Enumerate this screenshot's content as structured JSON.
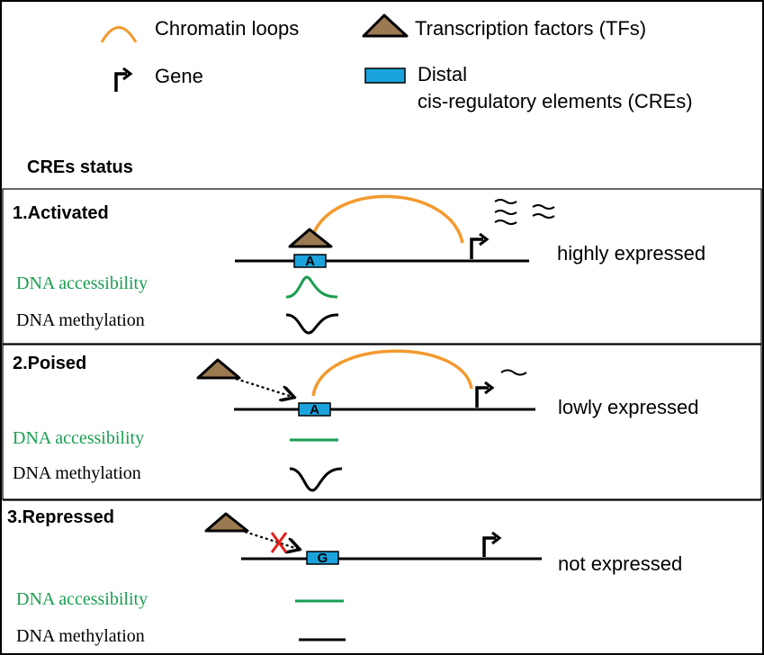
{
  "legend": {
    "chromatin_loops": "Chromatin loops",
    "transcription_factors": "Transcription factors (TFs)",
    "gene": "Gene",
    "cre_line1": "Distal",
    "cre_line2": "cis-regulatory elements (CREs)"
  },
  "section_heading": "CREs status",
  "panels": [
    {
      "title": "1.Activated",
      "cre_letter": "A",
      "expression": "highly expressed",
      "accessibility_label": "DNA accessibility",
      "methylation_label": "DNA methylation"
    },
    {
      "title": "2.Poised",
      "cre_letter": "A",
      "expression": "lowly expressed",
      "accessibility_label": "DNA accessibility",
      "methylation_label": "DNA methylation"
    },
    {
      "title": "3.Repressed",
      "cre_letter": "G",
      "expression": "not expressed",
      "accessibility_label": "DNA accessibility",
      "methylation_label": "DNA methylation"
    }
  ],
  "colors": {
    "loop": "#f39a2e",
    "tf": "#9b7a52",
    "cre": "#1aa3dc",
    "accessibility": "#1a9e50",
    "block": "#e3201b"
  },
  "icons": [
    "chromatin-loop-icon",
    "tf-triangle-icon",
    "gene-arrow-icon",
    "cre-box-icon",
    "transcript-wave-icon",
    "block-x-icon"
  ]
}
